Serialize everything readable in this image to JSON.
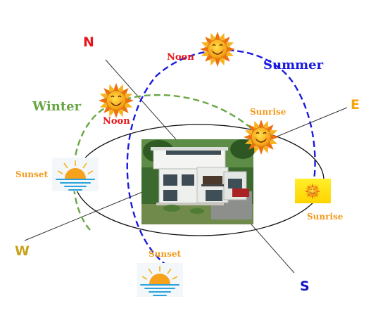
{
  "directions": {
    "north": "N",
    "south": "S",
    "east": "E",
    "west": "W"
  },
  "arcs": {
    "summer": {
      "label": "Summer",
      "noon": "Noon",
      "sunrise": "Sunrise",
      "sunset": "Sunset"
    },
    "winter": {
      "label": "Winter",
      "noon": "Noon",
      "sunrise": "Sunrise",
      "sunset": "Sunset"
    }
  },
  "colors": {
    "north": "#e8141b",
    "east": "#f5a40c",
    "west": "#c8a21a",
    "south": "#1616c8",
    "summer": "#1a1adf",
    "winter": "#68a643",
    "noon_text": "#e8141b",
    "sun_text": "#f29a1c",
    "ground_ellipse": "#111111"
  },
  "icons": {
    "house": "house-photo",
    "sun": "sun-face-icon",
    "sunset": "sunset-over-water-icon"
  }
}
